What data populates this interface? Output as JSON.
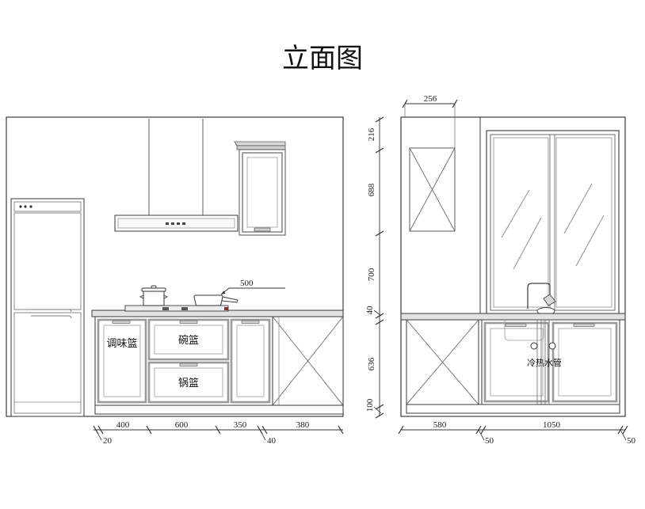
{
  "document": {
    "title": "立面图",
    "title_meaning": "Elevation View",
    "background": "#ffffff",
    "line_color": "#2a2a2a",
    "thin_line_color": "#6a6a6a",
    "fill_color": "#b8b8b8"
  },
  "left_elevation": {
    "name": "kitchen-run-elevation",
    "appliances": {
      "refrigerator_label": "",
      "range_hood_label": "",
      "cooktop_label": ""
    },
    "cabinet_labels": [
      {
        "id": "spice-basket",
        "text": "调味篮"
      },
      {
        "id": "bowl-basket",
        "text": "碗篮"
      },
      {
        "id": "pot-basket",
        "text": "锅篮"
      }
    ],
    "leader_notes": [
      {
        "id": "cooktop-clearance",
        "text": "500"
      }
    ],
    "bottom_dimensions": [
      {
        "value": "20",
        "offset": true
      },
      {
        "value": "400",
        "offset": false
      },
      {
        "value": "600",
        "offset": false
      },
      {
        "value": "350",
        "offset": false
      },
      {
        "value": "40",
        "offset": true
      },
      {
        "value": "380",
        "offset": false
      }
    ]
  },
  "right_elevation": {
    "name": "sink-wall-elevation",
    "top_dimensions": [
      {
        "value": "256"
      }
    ],
    "vertical_dimensions": [
      {
        "value": "216"
      },
      {
        "value": "688"
      },
      {
        "value": "700"
      },
      {
        "value": "40"
      },
      {
        "value": "636"
      },
      {
        "value": "100"
      }
    ],
    "bottom_dimensions": [
      {
        "value": "580",
        "offset": false
      },
      {
        "value": "50",
        "offset": true
      },
      {
        "value": "1050",
        "offset": false
      },
      {
        "value": "50",
        "offset": true
      }
    ],
    "annotations": [
      {
        "id": "water-pipes",
        "text": "冷热水管",
        "meaning": "hot and cold water pipes"
      }
    ]
  }
}
